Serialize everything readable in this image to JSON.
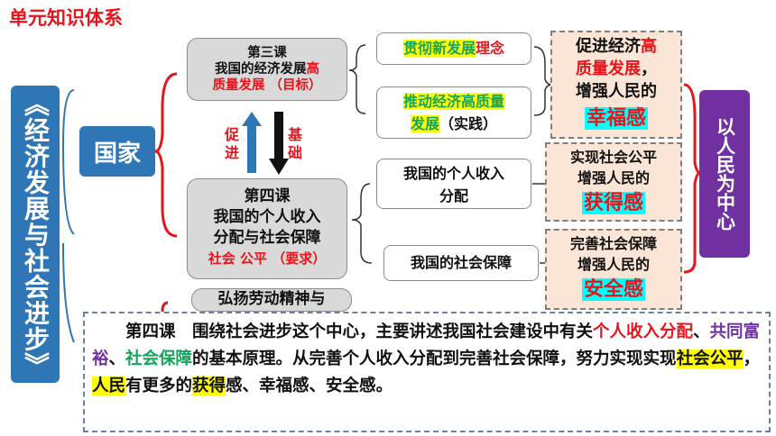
{
  "title": "单元知识体系",
  "book": "《经济发展与社会进步》",
  "country": "国家",
  "lesson3": {
    "line1": "第三课",
    "line2a": "我国的经济发展",
    "line2b": "高",
    "line3a": "质量发展",
    "line3b": "（目标）"
  },
  "lesson4": {
    "line1": "第四课",
    "line2": "我国的个人收入",
    "line3": "分配与社会保障",
    "line4": "社会 公平 （要求）"
  },
  "lesson5": "弘扬劳动精神与",
  "arrow_up_label": "促进",
  "arrow_down_label": "基础",
  "topics": {
    "t1a": "贯彻新发展",
    "t1b": "理念",
    "t2a": "推动经济高质量",
    "t2b": "发展",
    "t2c": "（实践）",
    "t3a": "我国的个人收入",
    "t3b": "分配",
    "t4": "我国的社会保障"
  },
  "happy": {
    "l1a": "促进经济",
    "l1b": "高",
    "l2a": "质量发展",
    "l2b": "，",
    "l3": "增强人民的",
    "l4": "幸福感"
  },
  "gain": {
    "l1": "实现社会公平",
    "l2": "增强人民的",
    "l3": "获得感"
  },
  "safe": {
    "l1": "完善社会保障",
    "l2": "增强人民的",
    "l3": "安全感"
  },
  "people": "以人民为中心",
  "summary": {
    "s1": "第四课　围绕社会进步这个中心，主要讲述我国社会建设中有关",
    "s2": "个人收入分配",
    "s3": "、",
    "s4": "共同富裕",
    "s5": "、",
    "s6": "社会保障",
    "s7": "的基本原理。从完善个人收入分配到完善社会保障，努力实现实现",
    "s8": "社会公平",
    "s9": "，",
    "s10": "人民",
    "s11": "有更多的",
    "s12": "获得",
    "s13": "感、幸福感、安全感",
    "s14": "。"
  },
  "colors": {
    "blue": "#2f76b6",
    "purple": "#7030a0",
    "red": "#e8141b",
    "cyan": "#00ffff",
    "yellow": "#ffff00",
    "peach": "#fbe5d6"
  }
}
